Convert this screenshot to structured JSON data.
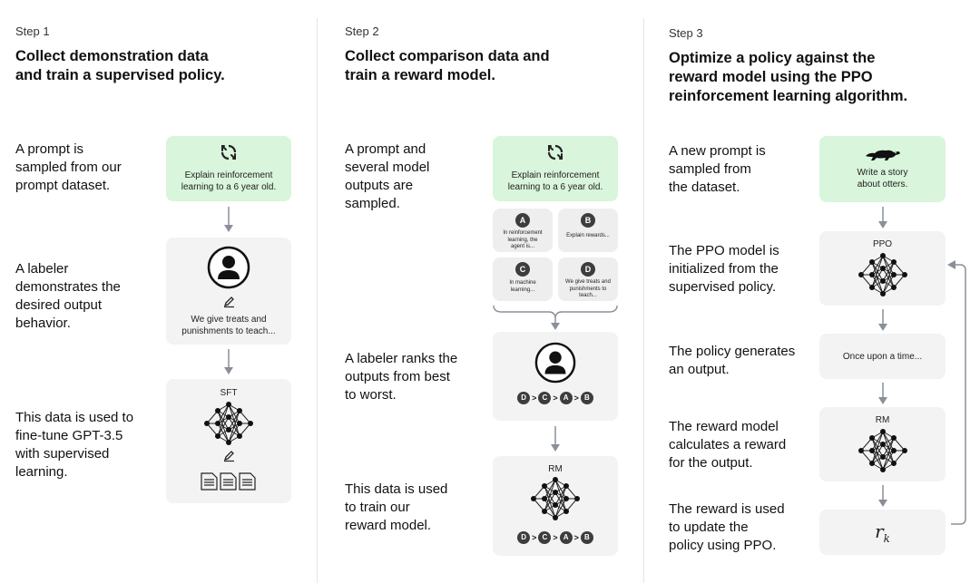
{
  "steps": [
    {
      "label": "Step 1",
      "title": [
        "Collect demonstration data",
        "and train a supervised policy."
      ],
      "descriptions": [
        [
          "A prompt is",
          "sampled from our",
          "prompt dataset."
        ],
        [
          "A labeler",
          "demonstrates the",
          "desired output",
          "behavior."
        ],
        [
          "This data is used to",
          "fine-tune GPT-3.5",
          "with supervised",
          "learning."
        ]
      ],
      "prompt_box": [
        "Explain reinforcement",
        "learning to a 6 year old."
      ],
      "labeler_output": [
        "We give treats and",
        "punishments to teach..."
      ],
      "model_label": "SFT"
    },
    {
      "label": "Step 2",
      "title": [
        "Collect comparison data and",
        "train a reward model."
      ],
      "descriptions": [
        [
          "A prompt and",
          "several model",
          "outputs are",
          "sampled."
        ],
        [
          "A labeler ranks the",
          "outputs from best",
          "to worst."
        ],
        [
          "This data is used",
          "to train our",
          "reward model."
        ]
      ],
      "prompt_box": [
        "Explain reinforcement",
        "learning to a 6 year old."
      ],
      "outputs": [
        {
          "letter": "A",
          "text": [
            "In reinforcement",
            "learning, the",
            "agent is..."
          ]
        },
        {
          "letter": "B",
          "text": [
            "Explain rewards..."
          ]
        },
        {
          "letter": "C",
          "text": [
            "In machine",
            "learning..."
          ]
        },
        {
          "letter": "D",
          "text": [
            "We give treats and",
            "punishments to",
            "teach..."
          ]
        }
      ],
      "ranking": [
        "D",
        ">",
        "C",
        ">",
        "A",
        ">",
        "B"
      ],
      "model_label": "RM"
    },
    {
      "label": "Step 3",
      "title": [
        "Optimize a policy against the",
        "reward model using the PPO",
        "reinforcement learning algorithm."
      ],
      "descriptions": [
        [
          "A new prompt is",
          "sampled from",
          "the dataset."
        ],
        [
          "The PPO model is",
          "initialized from the",
          "supervised policy."
        ],
        [
          "The policy generates",
          "an output."
        ],
        [
          "The reward model",
          "calculates a reward",
          "for the output."
        ],
        [
          "The reward is used",
          "to update the",
          "policy using PPO."
        ]
      ],
      "prompt_box": [
        "Write a story",
        "about otters."
      ],
      "ppo_label": "PPO",
      "policy_output": "Once upon a time...",
      "rm_label": "RM",
      "reward_symbol": "r",
      "reward_subscript": "k"
    }
  ],
  "colors": {
    "prompt_box": "#d9f5db",
    "card": "#f3f3f3",
    "arrow": "#8a8f99",
    "badge": "#3d3d3d"
  },
  "icons": [
    "refresh-icon",
    "user-avatar-icon",
    "pencil-icon",
    "neural-network-icon",
    "document-icon",
    "otter-icon"
  ]
}
